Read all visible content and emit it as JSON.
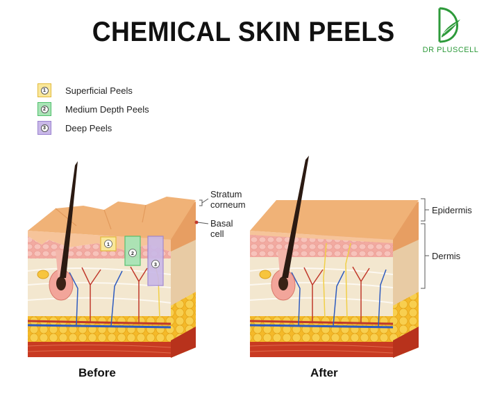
{
  "title": "CHEMICAL SKIN PEELS",
  "logo": {
    "text": "DR PLUSCELL",
    "color": "#2d9a3a"
  },
  "legend": [
    {
      "number": "1",
      "label": "Superficial Peels",
      "fill": "#f9e79a",
      "stroke": "#e2b93b"
    },
    {
      "number": "2",
      "label": "Medium Depth Peels",
      "fill": "#a9e4b6",
      "stroke": "#4fbf6b"
    },
    {
      "number": "3",
      "label": "Deep Peels",
      "fill": "#c9b8e8",
      "stroke": "#9a82d0"
    }
  ],
  "before": {
    "caption": "Before",
    "labels": {
      "stratum_corneum": "Stratum corneum",
      "basal_cell": "Basal cell"
    }
  },
  "after": {
    "caption": "After",
    "labels": {
      "epidermis": "Epidermis",
      "dermis": "Dermis"
    }
  },
  "colors": {
    "epidermis_top": "#f0b277",
    "epidermis_front": "#f6c49a",
    "cell_layer": "#f4b8b0",
    "dermis": "#f3e7cf",
    "fat": "#f7c53e",
    "muscle": "#c83a22",
    "hair": "#2b1a12",
    "artery": "#c0392b",
    "vein": "#2e5bbf",
    "nerve": "#f1cf47"
  }
}
